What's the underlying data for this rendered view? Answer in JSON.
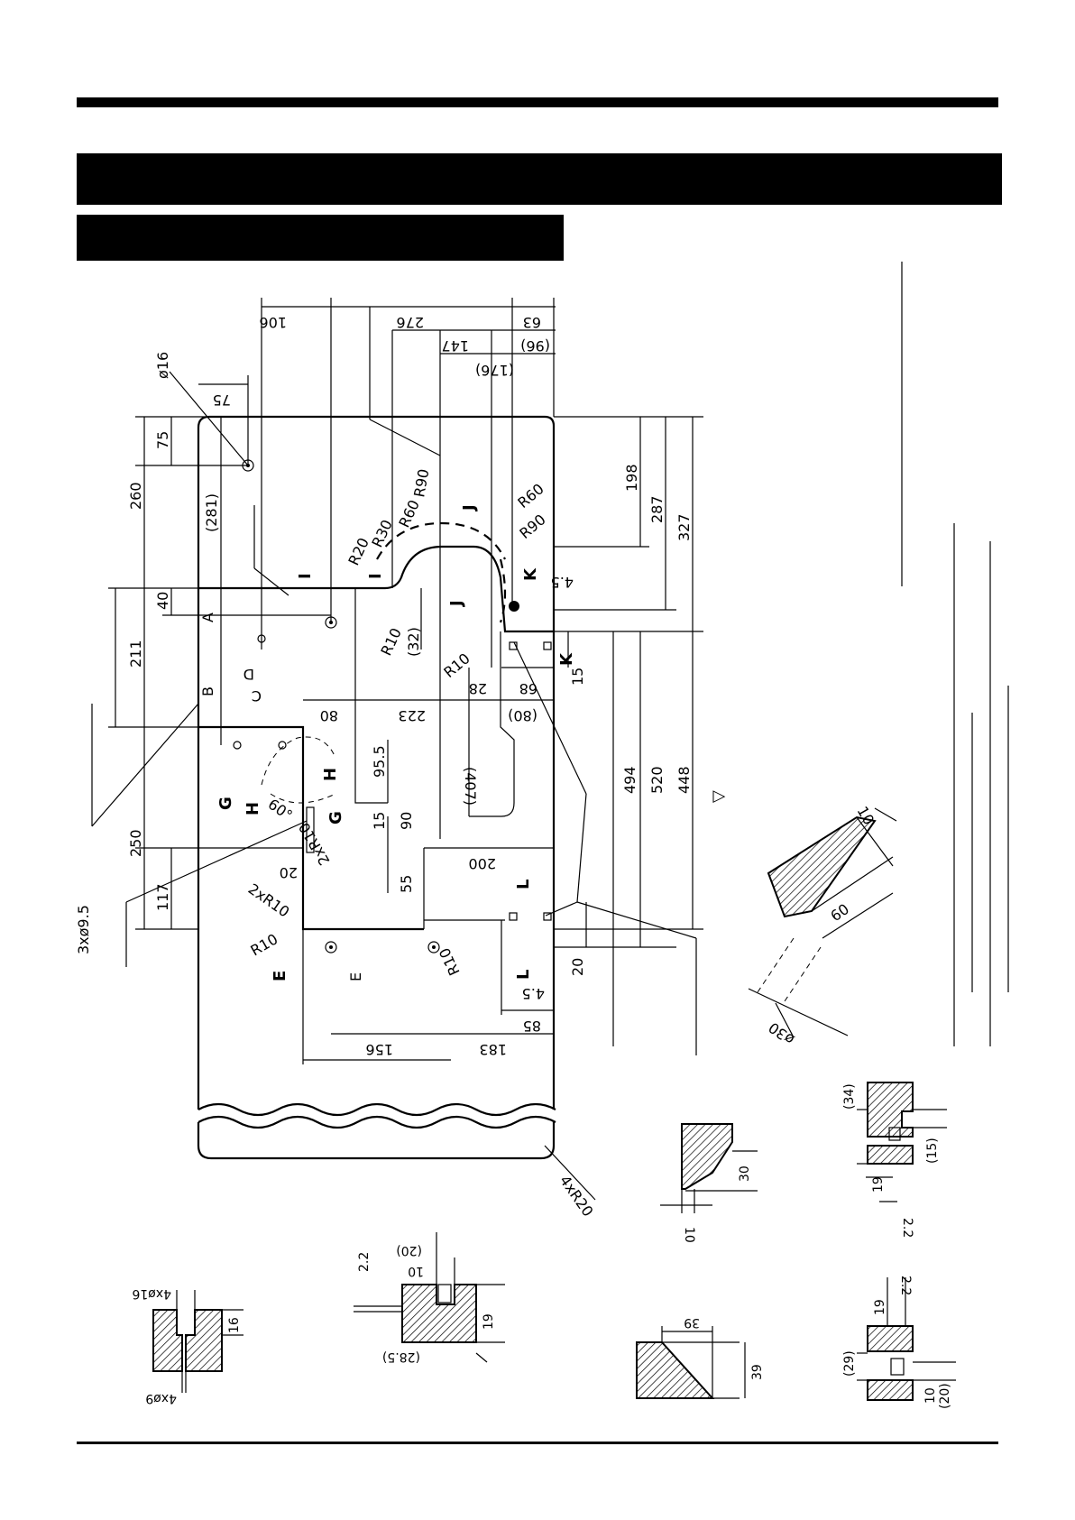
{
  "main_drawing": {
    "dimensions_top": [
      "106",
      "276",
      "63",
      "147",
      "(96)",
      "(176)",
      "75"
    ],
    "dimensions_left": [
      "75",
      "260",
      "(281)",
      "40",
      "211",
      "250",
      "117"
    ],
    "dimensions_right": [
      "198",
      "287",
      "327",
      "494",
      "520",
      "448"
    ],
    "radii": [
      "R20",
      "R30",
      "R60",
      "R90",
      "R60",
      "R90",
      "R10",
      "R10",
      "R10",
      "R10",
      "2xR10",
      "2xR10",
      "4xR20"
    ],
    "inner_dims": [
      "(32)",
      "28",
      "68",
      "15",
      "80",
      "223",
      "(80)",
      "(407)",
      "95.5",
      "15",
      "90",
      "200",
      "55",
      "20",
      "4.5",
      "4.5",
      "20",
      "85",
      "156",
      "183",
      "60°"
    ],
    "hole_labels": [
      "ø16",
      "3xø9.5"
    ],
    "section_markers": [
      "I",
      "I",
      "J",
      "J",
      "K",
      "K",
      "L",
      "L",
      "G",
      "G",
      "H",
      "H",
      "E",
      "E"
    ],
    "letter_labels": [
      "A",
      "B",
      "C",
      "D"
    ],
    "triangle": "▽"
  },
  "details": {
    "bevel_detail": [
      "10",
      "60",
      "ø30"
    ],
    "section_34": [
      "(34)",
      "(15)",
      "19",
      "2.2"
    ],
    "section_30": [
      "30",
      "10"
    ],
    "section_holes": [
      "4xø16",
      "16",
      "4xø9"
    ],
    "section_20": [
      "(20)",
      "10",
      "2.2",
      "19",
      "(28.5)"
    ],
    "section_39": [
      "39",
      "39"
    ],
    "section_29": [
      "2.2",
      "19",
      "(29)",
      "10",
      "(20)"
    ]
  }
}
